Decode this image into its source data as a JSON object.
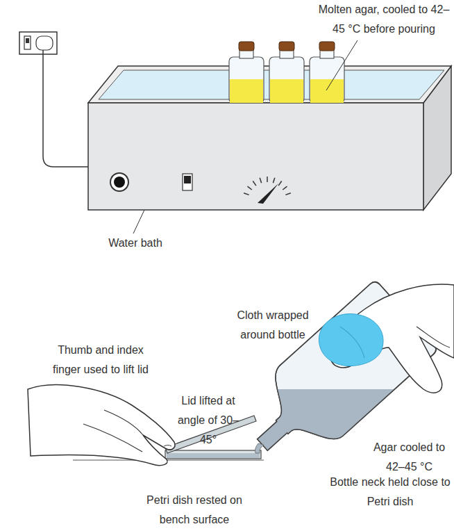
{
  "diagram": {
    "labels": [
      "Molten agar, cooled to 42–45 °C before pouring",
      "Water bath",
      "Cloth wrapped around bottle",
      "Thumb and index finger used to lift lid",
      "Lid lifted at angle of 30–45°",
      "Agar cooled to 42–45 °C",
      "Bottle neck held close to Petri dish",
      "Petri dish rested on bench surface"
    ]
  }
}
